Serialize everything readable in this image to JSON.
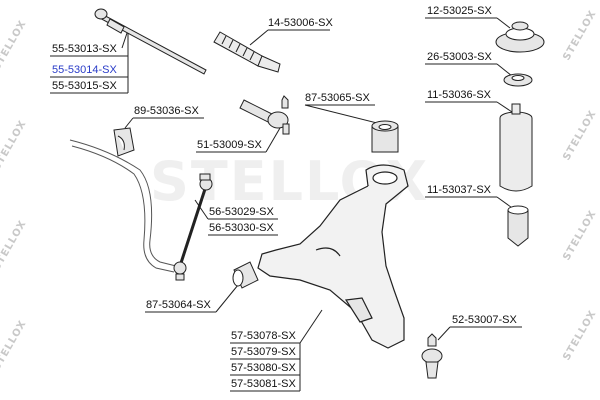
{
  "watermark": {
    "text": "STELLOX",
    "logo_text": "STELLOX"
  },
  "colors": {
    "line": "#222222",
    "highlight": "#2a3cc8",
    "part_fill": "#e6e6e6",
    "watermark": "#c9c9c9"
  },
  "parts": {
    "tie_rod_a": "55-53013-SX",
    "tie_rod_b": "55-53014-SX",
    "tie_rod_c": "55-53015-SX",
    "boot": "14-53006-SX",
    "mount_cap": "12-53025-SX",
    "bearing": "26-53003-SX",
    "stab_bush": "89-53036-SX",
    "arm_bush_rear": "87-53065-SX",
    "bump_boot": "11-53036-SX",
    "tie_rod_end": "51-53009-SX",
    "bump_stop": "11-53037-SX",
    "link_a": "56-53029-SX",
    "link_b": "56-53030-SX",
    "arm_bush_front": "87-53064-SX",
    "ball_joint": "52-53007-SX",
    "arm_a": "57-53078-SX",
    "arm_b": "57-53079-SX",
    "arm_c": "57-53080-SX",
    "arm_d": "57-53081-SX"
  }
}
